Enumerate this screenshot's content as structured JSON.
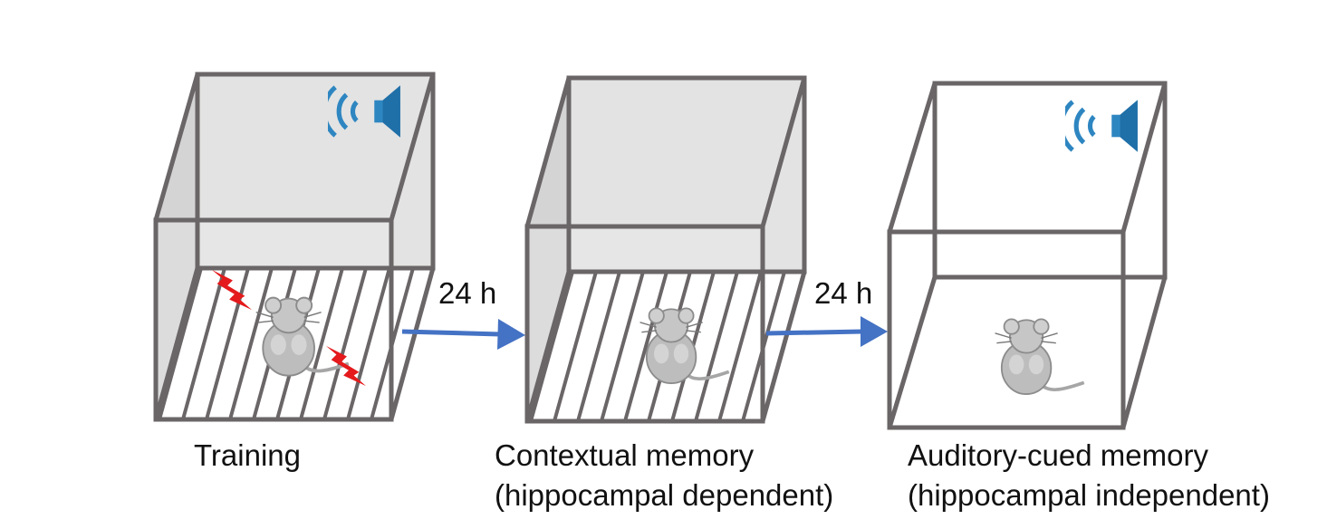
{
  "stages": [
    {
      "label": "Training",
      "sublabel": ""
    },
    {
      "label": "Contextual memory",
      "sublabel": "(hippocampal dependent)"
    },
    {
      "label": "Auditory-cued memory",
      "sublabel": "(hippocampal independent)"
    }
  ],
  "arrows": [
    {
      "label": "24 h"
    },
    {
      "label": "24 h"
    }
  ],
  "colors": {
    "box_edge": "#6a6566",
    "box_fill": "#d9d9d9",
    "arrow": "#4472c4",
    "speaker": "#2e86c1",
    "shock": "#e41a1c",
    "mouse": "#a6a6a6"
  }
}
